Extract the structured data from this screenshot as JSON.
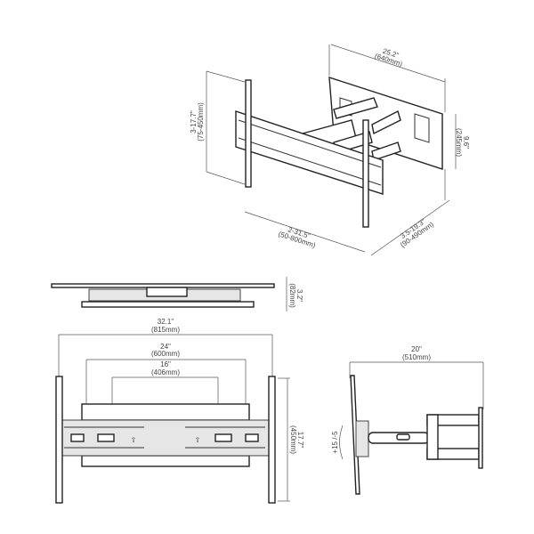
{
  "perspective_view": {
    "width_in": "25.2\"",
    "width_mm": "(640mm)",
    "tv_rail_height_in": "3-17.7\"",
    "tv_rail_height_mm": "(75-450mm)",
    "wall_plate_height_in": "9.6\"",
    "wall_plate_height_mm": "(245mm)",
    "rail_spacing_in": "2-31.5\"",
    "rail_spacing_mm": "(50-800mm)",
    "extension_in": "3.5-19.3\"",
    "extension_mm": "(90-490mm)"
  },
  "top_view": {
    "depth_in": "3.2\"",
    "depth_mm": "(82mm)"
  },
  "front_view": {
    "overall_width_in": "32.1\"",
    "overall_width_mm": "(815mm)",
    "outer_holes_in": "24\"",
    "outer_holes_mm": "(600mm)",
    "inner_holes_in": "16\"",
    "inner_holes_mm": "(406mm)",
    "rail_height_in": "17.7\"",
    "rail_height_mm": "(450mm)"
  },
  "side_view": {
    "max_extension_in": "20\"",
    "max_extension_mm": "(510mm)",
    "tilt": "+15 /-5"
  }
}
